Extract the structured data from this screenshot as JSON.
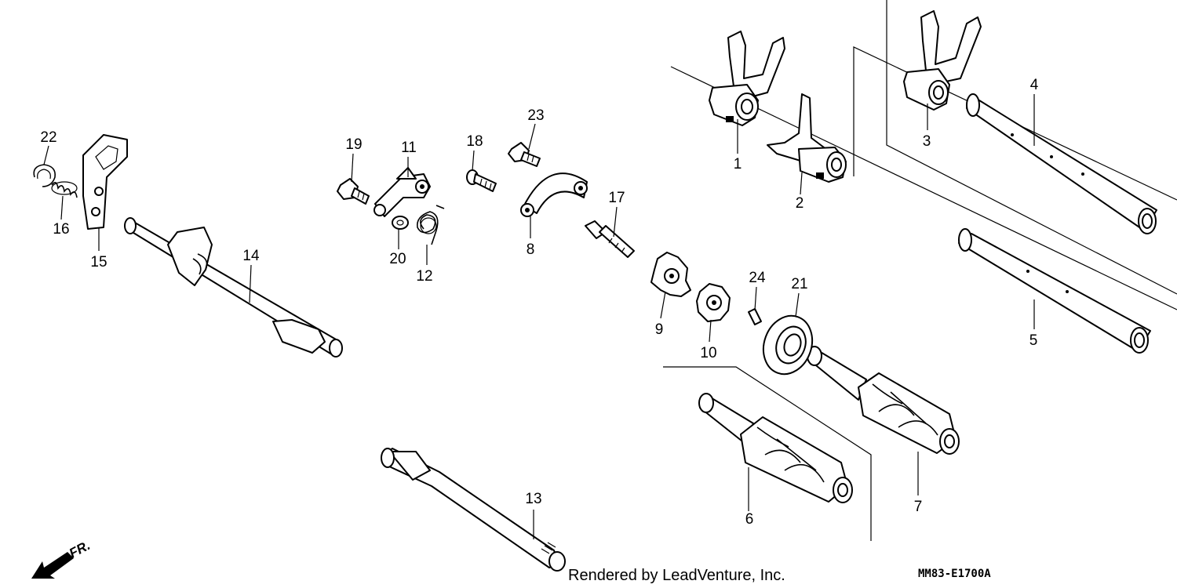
{
  "callouts": {
    "1": "1",
    "2": "2",
    "3": "3",
    "4": "4",
    "5": "5",
    "6": "6",
    "7": "7",
    "8": "8",
    "9": "9",
    "10": "10",
    "11": "11",
    "12": "12",
    "13": "13",
    "14": "14",
    "15": "15",
    "16": "16",
    "17": "17",
    "18": "18",
    "19": "19",
    "20": "20",
    "21": "21",
    "22": "22",
    "23": "23",
    "24": "24"
  },
  "footer": {
    "credit": "Rendered by LeadVenture, Inc.",
    "diagram_code": "MM83-E1700A"
  },
  "direction_indicator": {
    "label": "FR.",
    "icon": "front-arrow-icon"
  }
}
